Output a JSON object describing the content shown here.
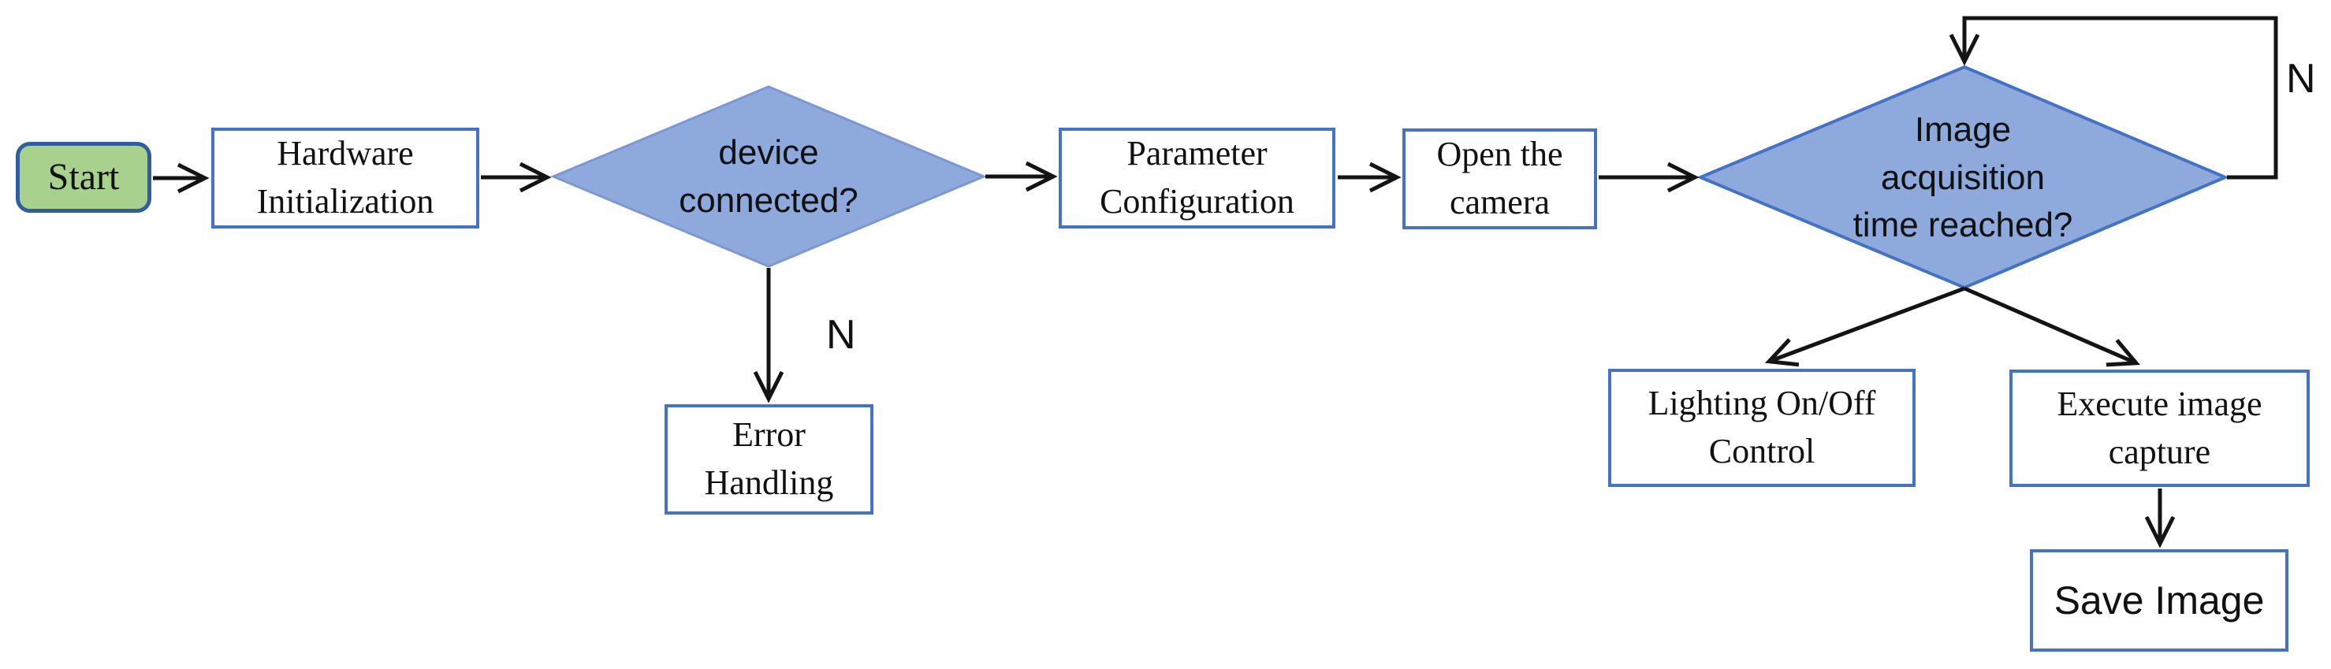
{
  "diagram_type": "flowchart",
  "colors": {
    "line": "#141414",
    "box_border": "#4472c4",
    "box_fill": "#ffffff",
    "diamond_fill": "#8ea9db",
    "diamond_border": "#4472c4",
    "start_fill": "#a9d18e",
    "start_border": "#2f5d9e",
    "text": "#111111"
  },
  "nodes": {
    "start": {
      "type": "terminator",
      "label": "Start"
    },
    "hardware_init": {
      "type": "process",
      "label": [
        "Hardware",
        "Initialization"
      ]
    },
    "device_connected": {
      "type": "decision",
      "label": [
        "device",
        "connected?"
      ]
    },
    "error_handling": {
      "type": "process",
      "label": [
        "Error",
        "Handling"
      ]
    },
    "parameter_config": {
      "type": "process",
      "label": [
        "Parameter",
        "Configuration"
      ]
    },
    "open_camera": {
      "type": "process",
      "label": [
        "Open the",
        "camera"
      ]
    },
    "image_acquisition": {
      "type": "decision",
      "label": [
        "Image",
        "acquisition",
        "time reached?"
      ]
    },
    "lighting_control": {
      "type": "process",
      "label": [
        "Lighting On/Off",
        "Control"
      ]
    },
    "execute_capture": {
      "type": "process",
      "label": [
        "Execute image",
        "capture"
      ]
    },
    "save_image": {
      "type": "process",
      "label": "Save Image"
    }
  },
  "edge_labels": {
    "device_connected_no": "N",
    "image_acquisition_no": "N"
  }
}
